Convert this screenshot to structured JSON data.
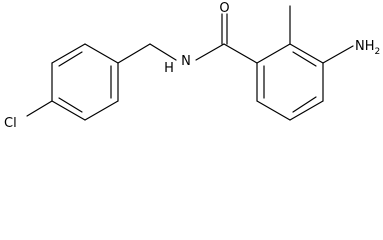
{
  "structure": {
    "atom_labels": {
      "oxygen": "O",
      "amine": "NH",
      "amine_subscript": "2",
      "amide_nitrogen": "N",
      "amide_hydrogen": "H",
      "chlorine": "Cl"
    },
    "colors": {
      "bond": "#000000",
      "label": "#000000",
      "background": "#ffffff"
    }
  }
}
